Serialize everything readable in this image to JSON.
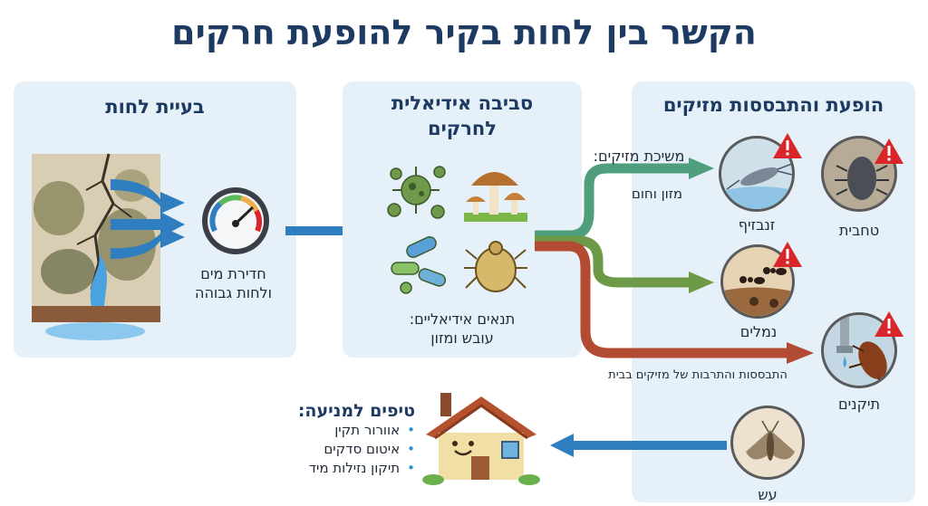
{
  "title": "הקשר בין לחות בקיר להופעת חרקים",
  "panels": {
    "moisture": {
      "title": "בעיית לחות",
      "gauge_label": "חדירת מים\nולחות גבוהה"
    },
    "environment": {
      "title": "סביבה אידיאלית\nלחרקים",
      "conditions": "תנאים אידיאליים:\nעובש ומזון"
    },
    "pests": {
      "title": "הופעת והתבססות מזיקים"
    }
  },
  "arrows": {
    "attract_title": "משיכת מזיקים:",
    "attract_sub": "מזון וחום",
    "establish": "התבססות והתרבות של מזיקים בבית"
  },
  "pests": {
    "silverfish": "זנבזיף",
    "woodlouse": "טחבית",
    "ants": "נמלים",
    "cockroach": "תיקנים",
    "moth": "עש"
  },
  "tips": {
    "title": "טיפים למניעה:",
    "items": [
      "אוורור תקין",
      "איטום סדקים",
      "תיקון נזילות מיד"
    ]
  },
  "colors": {
    "title": "#1d3b62",
    "panel": "#e5f0f8",
    "arrow_blue": "#2f7fc0",
    "warning": "#d9262b"
  }
}
